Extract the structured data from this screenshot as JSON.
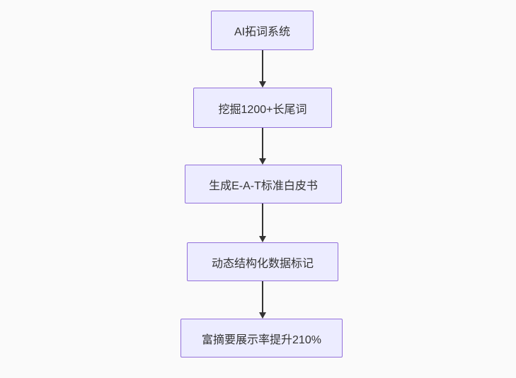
{
  "diagram": {
    "type": "flowchart",
    "direction": "top-down",
    "style": {
      "canvas_background": "#fafafa",
      "node_fill": "#ECECFF",
      "node_border": "#9370DB",
      "text_color": "#333333",
      "arrow_color": "#333333"
    },
    "nodes": [
      {
        "id": "A",
        "label": "AI拓词系统"
      },
      {
        "id": "B",
        "label": "挖掘1200+长尾词"
      },
      {
        "id": "C",
        "label": "生成E-A-T标准白皮书"
      },
      {
        "id": "D",
        "label": "动态结构化数据标记"
      },
      {
        "id": "E",
        "label": "富摘要展示率提升210%"
      }
    ],
    "edges": [
      {
        "from": "A",
        "to": "B"
      },
      {
        "from": "B",
        "to": "C"
      },
      {
        "from": "C",
        "to": "D"
      },
      {
        "from": "D",
        "to": "E"
      }
    ]
  }
}
